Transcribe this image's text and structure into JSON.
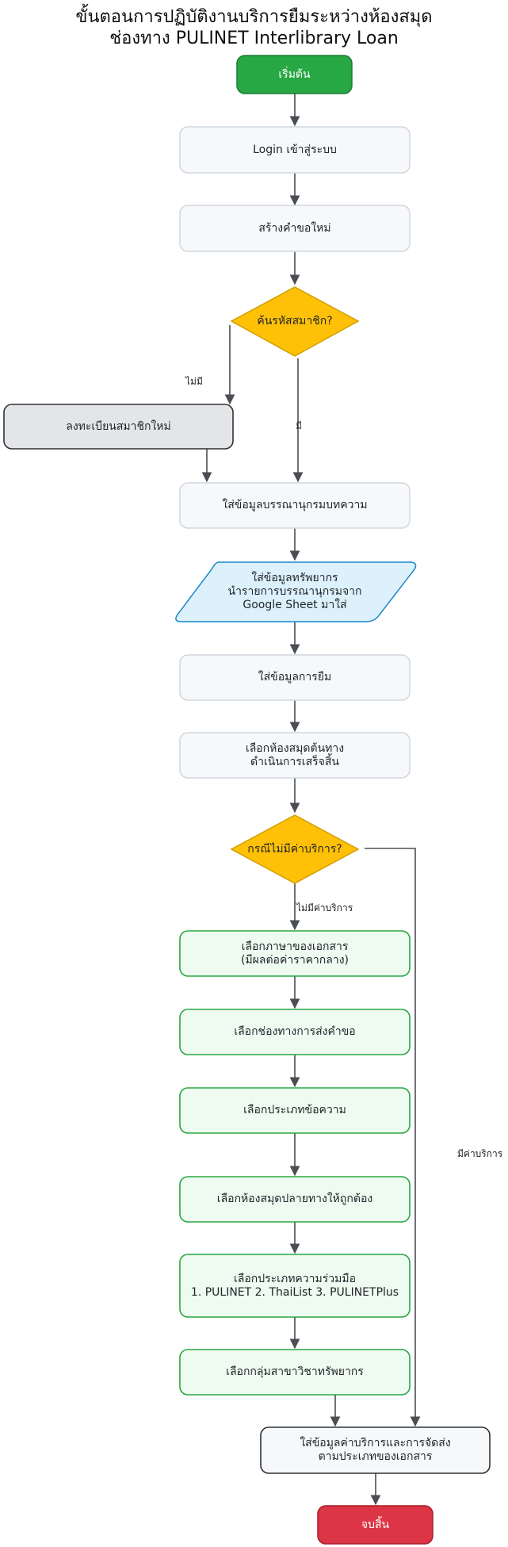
{
  "title": {
    "line1": "ขั้นตอนการปฏิบัติงานบริการยืมระหว่างห้องสมุด",
    "line2": "ช่องทาง PULINET Interlibrary Loan"
  },
  "nodes": {
    "start": "เริ่มต้น",
    "login": "Login เข้าสู่ระบบ",
    "create_request": "สร้างคำขอใหม่",
    "search_member": "ค้นรหัสสมาชิก?",
    "register_member": "ลงทะเบียนสมาชิกใหม่",
    "bib_info": "ใส่ข้อมูลบรรณานุกรมบทความ",
    "resource_info": "ใส่ข้อมูลทรัพยากร\nนำรายการบรรณานุกรมจาก\nGoogle Sheet มาใส่",
    "loan_info": "ใส่ข้อมูลการยืม",
    "origin_library": "เลือกห้องสมุดต้นทาง\nดำเนินการเสร็จสิ้น",
    "fee_decision": "กรณีไม่มีค่าบริการ?",
    "language": "เลือกภาษาของเอกสาร\n(มีผลต่อค่าราคากลาง)",
    "delivery_channel": "เลือกช่องทางการส่งคำขอ",
    "message_type": "เลือกประเภทข้อความ",
    "dest_library": "เลือกห้องสมุดปลายทางให้ถูกต้อง",
    "cooperation": "เลือกประเภทความร่วมมือ\n1. PULINET 2. ThaiList 3. PULINETPlus",
    "subject_group": "เลือกกลุ่มสาขาวิชาทรัพยากร",
    "fee_delivery": "ใส่ข้อมูลค่าบริการและการจัดส่ง\nตามประเภทของเอกสาร",
    "end": "จบสิ้น"
  },
  "edge_labels": {
    "no_member": "ไม่มี",
    "has_member": "มี",
    "no_fee": "ไม่มีค่าบริการ",
    "has_fee": "มีค่าบริการ"
  },
  "colors": {
    "start_fill": "#28a745",
    "end_fill": "#dc3545",
    "decision_fill": "#ffc107",
    "process_fill": "#f6f8fa",
    "green_fill": "#eefbf1",
    "io_fill": "#ddf1fc",
    "register_fill": "#e4e5e7",
    "arrow": "#4a4e53"
  }
}
